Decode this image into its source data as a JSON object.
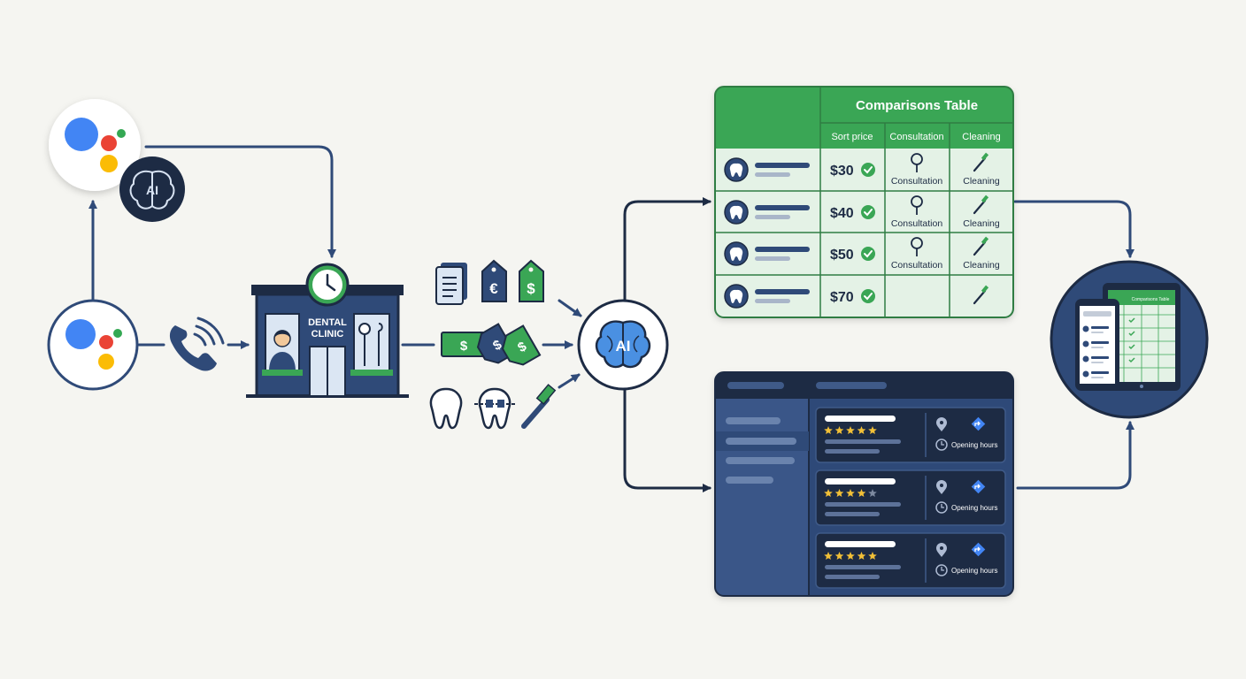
{
  "colors": {
    "navy": "#2f4a78",
    "dark_navy": "#1d2b44",
    "green": "#3aa655",
    "light_green": "#e4f2e6",
    "google_blue": "#4285f4",
    "google_red": "#ea4335",
    "google_yellow": "#fbbc05",
    "google_green": "#34a853",
    "star": "#f2c037",
    "background": "#f5f5f1"
  },
  "assistant": {
    "ai_badge": "AI"
  },
  "clinic": {
    "sign_line1": "DENTAL",
    "sign_line2": "CLINIC"
  },
  "inputs": {
    "price_symbols": [
      "€",
      "$"
    ],
    "money_symbols": [
      "$",
      "$",
      "$"
    ]
  },
  "ai_hub": {
    "label": "AI"
  },
  "comparison_table": {
    "title": "Comparisons Table",
    "headers": [
      "Sort price",
      "Consultation",
      "Cleaning"
    ],
    "rows": [
      {
        "price": "$30",
        "consultation": "Consultation",
        "cleaning": "Cleaning"
      },
      {
        "price": "$40",
        "consultation": "Consultation",
        "cleaning": "Cleaning"
      },
      {
        "price": "$50",
        "consultation": "Consultation",
        "cleaning": "Cleaning"
      },
      {
        "price": "$70",
        "consultation": "",
        "cleaning": ""
      }
    ]
  },
  "listings": {
    "cards": [
      {
        "rating": 5,
        "hours_label": "Opening hours"
      },
      {
        "rating": 4,
        "hours_label": "Opening hours"
      },
      {
        "rating": 5,
        "hours_label": "Opening hours"
      }
    ]
  },
  "devices": {
    "tablet_title": "Comparisons Table"
  }
}
